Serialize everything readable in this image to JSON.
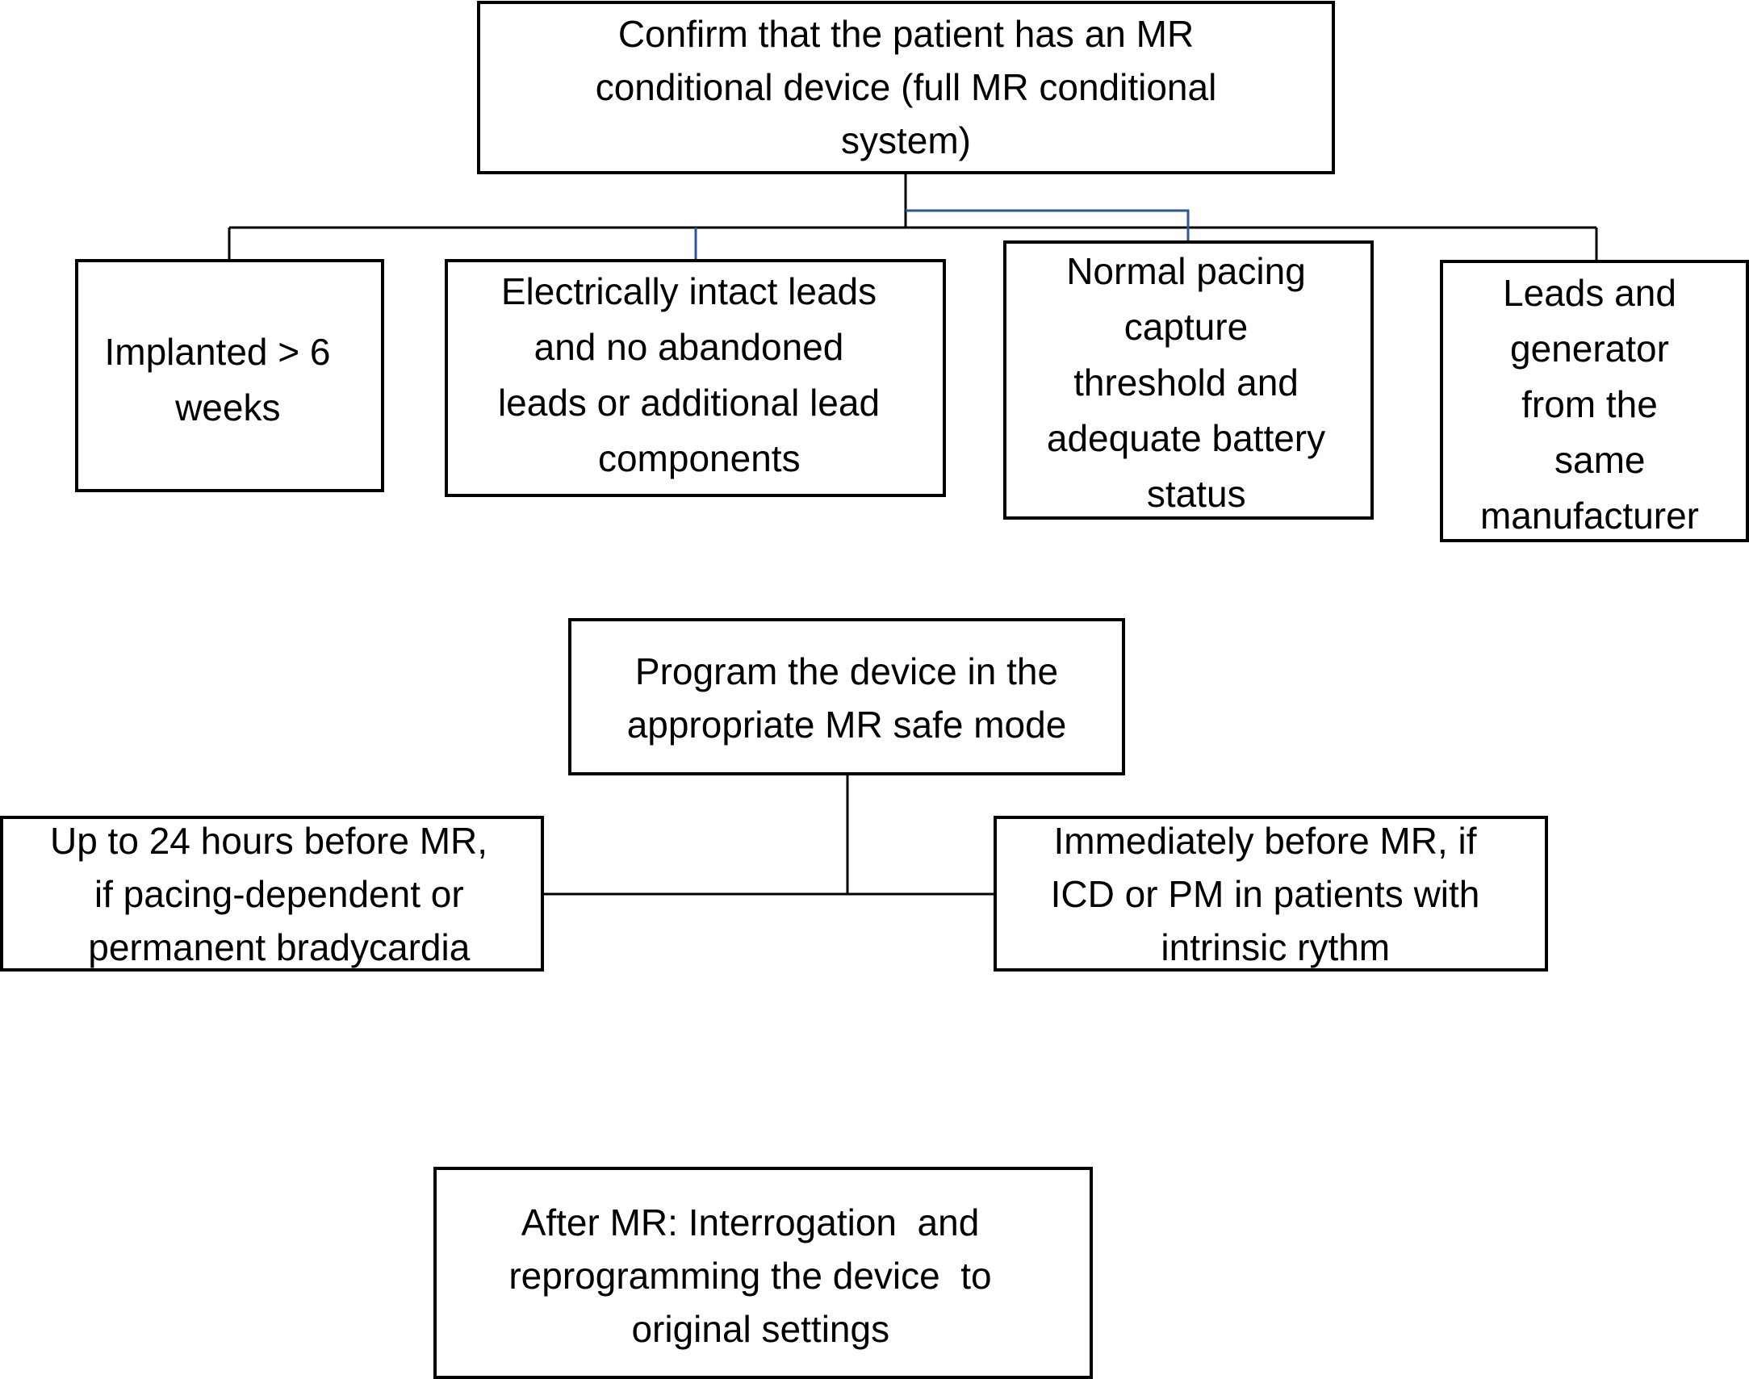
{
  "boxes": {
    "confirm_device": {
      "text": "Confirm that the patient has an MR\nconditional device (full MR conditional\nsystem)"
    },
    "implanted": {
      "text": "Implanted > 6\n  weeks"
    },
    "leads_intact": {
      "text": "Electrically intact leads\n and no abandoned \nleads or additional lead\n  components"
    },
    "pacing_battery": {
      "text": "Normal pacing\ncapture\nthreshold and\nadequate battery\n  status"
    },
    "same_manufacturer": {
      "text": "Leads and\ngenerator\nfrom the\n  same\nmanufacturer"
    },
    "program_mode": {
      "text": "Program the device in the\nappropriate MR safe mode"
    },
    "before_24h": {
      "text": "Up to 24 hours before MR,\n  if pacing-dependent or\n  permanent bradycardia"
    },
    "immediately_before": {
      "text": "Immediately before MR, if\nICD or PM in patients with\n  intrinsic rythm"
    },
    "after_mr": {
      "text": "After MR: Interrogation  and\nreprogramming the device  to\n  original settings"
    }
  },
  "colors": {
    "box_border": "#000000",
    "connector": "#000000",
    "connector_accent": "#2f5496",
    "text": "#000000",
    "background": "#ffffff"
  }
}
